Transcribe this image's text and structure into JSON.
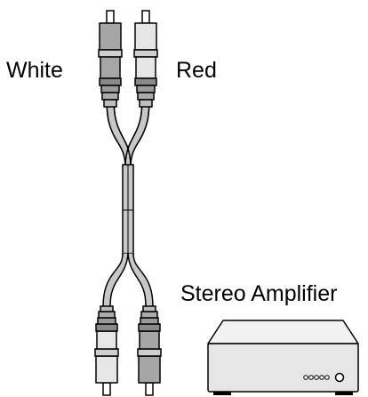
{
  "labels": {
    "white": "White",
    "red": "Red",
    "device": "Stereo Amplifier"
  },
  "colors": {
    "white_plug": "#e6e6e6",
    "red_plug": "#a6a6a6",
    "cable": "#c8c8c8",
    "amplifier": "#e6e6e6",
    "outline": "#000000"
  },
  "icons": {
    "cable": "stereo-rca-cable-icon",
    "device": "amplifier-icon"
  }
}
